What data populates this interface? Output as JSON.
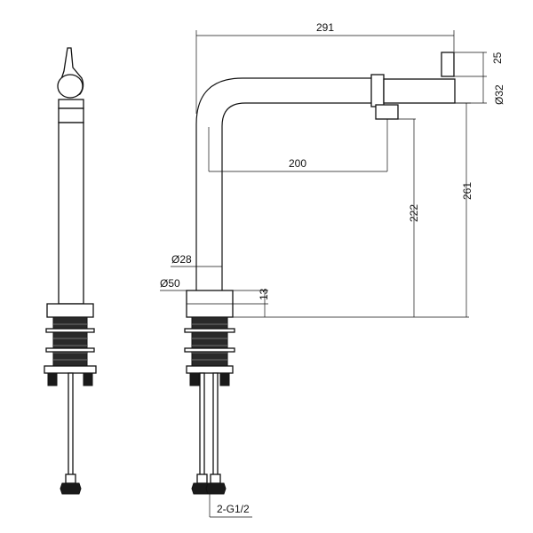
{
  "dimensions": {
    "overall_width": "291",
    "head_height": "25",
    "spout_diameter": "Ø32",
    "spout_reach": "200",
    "outlet_height": "222",
    "total_height": "261",
    "body_diameter": "Ø28",
    "base_diameter": "Ø50",
    "base_height": "13",
    "hose_thread": "2-G1/2"
  }
}
